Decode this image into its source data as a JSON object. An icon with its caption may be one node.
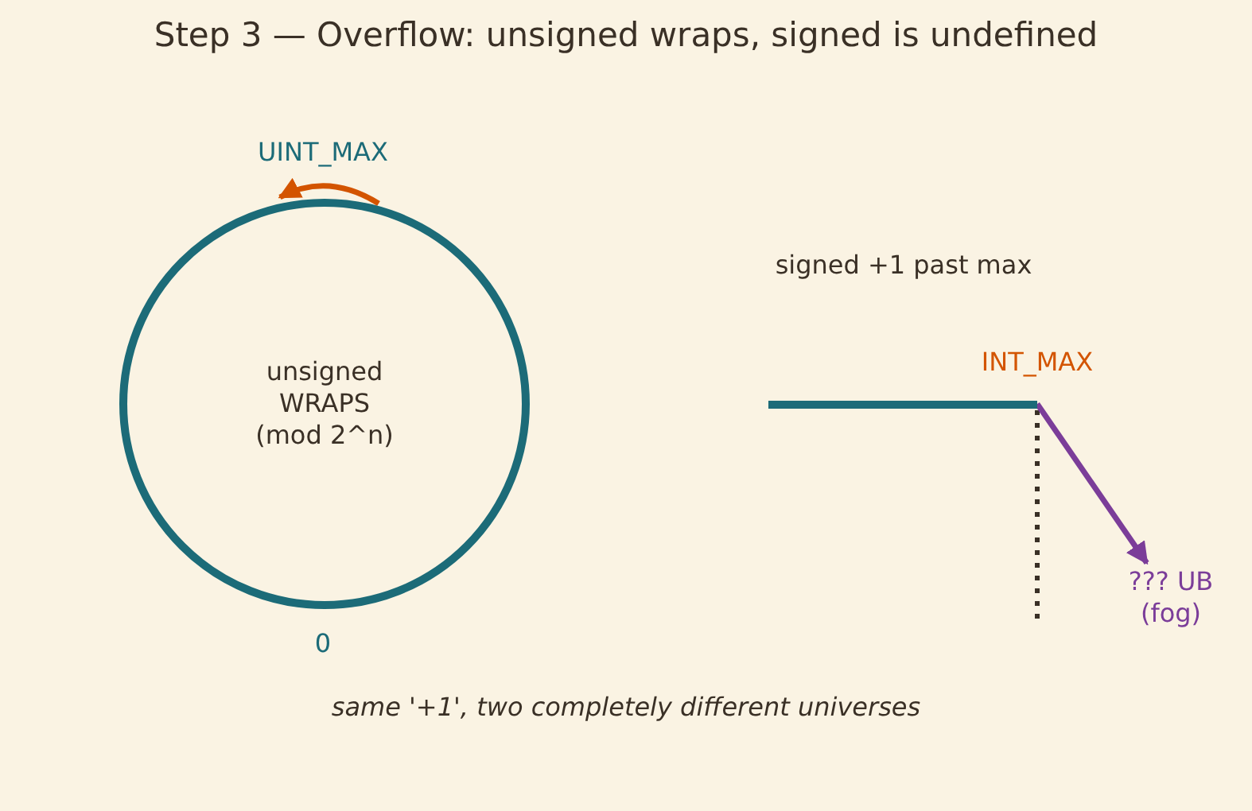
{
  "diagram": {
    "title": "Step 3 — Overflow: unsigned wraps, signed is undefined",
    "caption": "same '+1', two completely different universes",
    "nodes": [
      {
        "text": [
          "unsigned WRAPS (mod 2^n)"
        ]
      },
      {
        "text": [],
        "shape": "bar",
        "beside": [
          "INT_MAX"
        ]
      },
      {
        "text": [
          "??? UB (fog)"
        ]
      }
    ],
    "edges": [
      {
        "from": 1,
        "to": 2,
        "arrow": "to",
        "color": "#7b3d99"
      }
    ],
    "labels": [
      "UINT_MAX",
      "0",
      "signed +1 past max"
    ]
  }
}
